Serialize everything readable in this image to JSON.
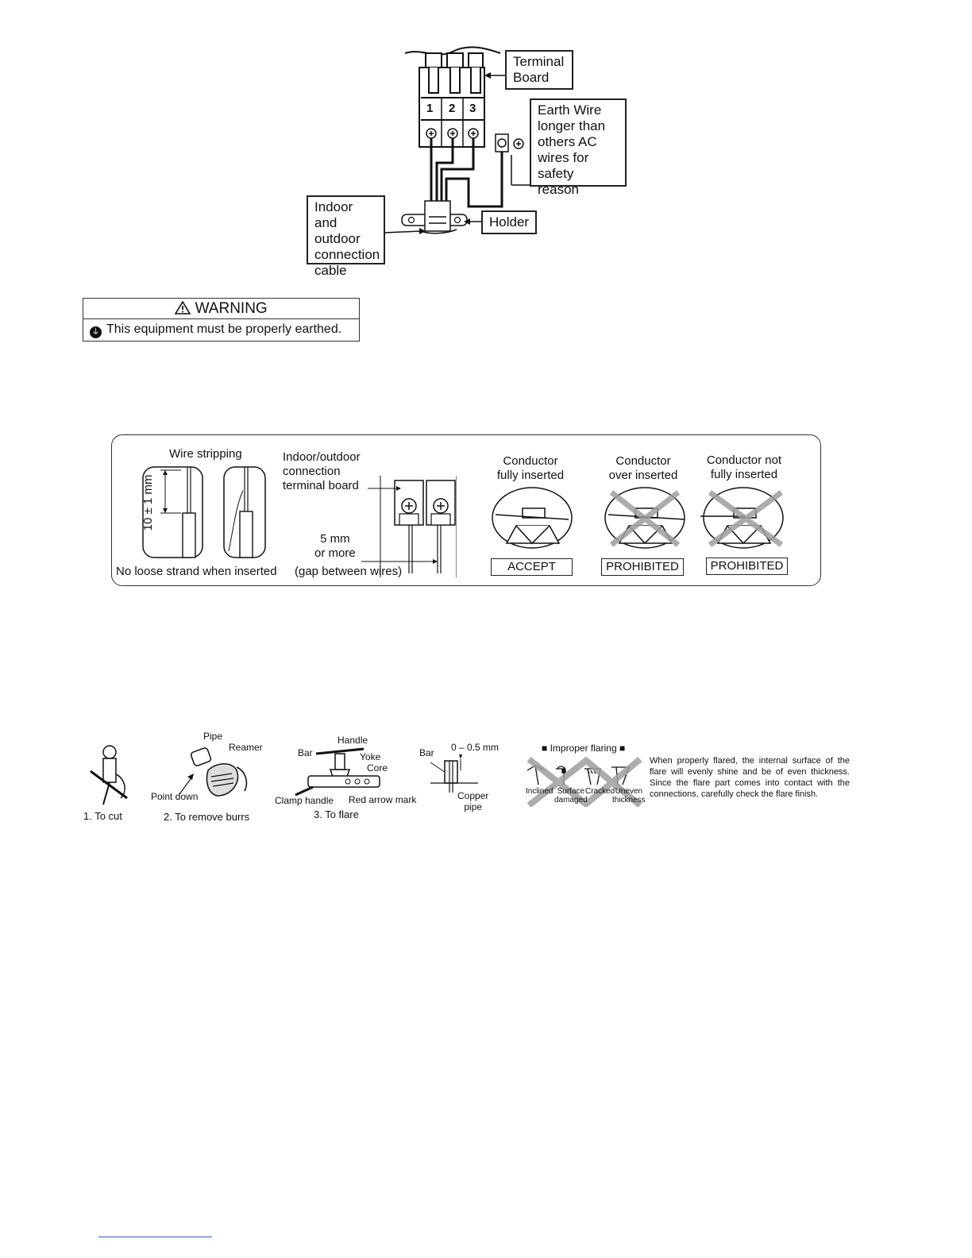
{
  "wiring_diagram": {
    "terminal_board_label": "Terminal\nBoard",
    "terminal_numbers": [
      "1",
      "2",
      "3"
    ],
    "earth_wire_label": "Earth Wire\nlonger than\nothers AC\nwires for\nsafety reason",
    "cable_label": "Indoor and\noutdoor\nconnection\ncable",
    "holder_label": "Holder"
  },
  "warning": {
    "title": "WARNING",
    "text": "This equipment must be properly earthed.",
    "warning_icon": "warning-triangle-icon",
    "earth_icon": "earth-symbol-icon"
  },
  "conductor_panel": {
    "wire_stripping": "Wire stripping",
    "strip_length": "10 ± 1 mm",
    "no_loose_strand": "No loose strand when inserted",
    "terminal_board": "Indoor/outdoor\nconnection\nterminal board",
    "gap": "5 mm\nor more",
    "gap_note": "(gap between wires)",
    "cases": [
      {
        "title": "Conductor\nfully inserted",
        "verdict": "ACCEPT"
      },
      {
        "title": "Conductor\nover inserted",
        "verdict": "PROHIBITED"
      },
      {
        "title": "Conductor not\nfully inserted",
        "verdict": "PROHIBITED"
      }
    ]
  },
  "flare_steps": {
    "step1": "1.  To cut",
    "step2_labels": {
      "pipe": "Pipe",
      "reamer": "Reamer",
      "point_down": "Point down"
    },
    "step2": "2.  To remove burrs",
    "step3_labels": {
      "handle": "Handle",
      "bar": "Bar",
      "yoke": "Yoke",
      "core": "Core",
      "clamp_handle": "Clamp handle",
      "red_arrow": "Red arrow mark"
    },
    "step3": "3.  To flare",
    "step4_labels": {
      "bar": "Bar",
      "range": "0 – 0.5 mm",
      "copper_pipe": "Copper\npipe"
    },
    "improper": {
      "title": "■ Improper flaring ■",
      "items": [
        "Inclined",
        "Surface\ndamaged",
        "Cracked",
        "Uneven\nthickness"
      ]
    },
    "note": "When properly flared, the internal surface of the flare will evenly shine and be of even thickness. Since the flare part comes into contact with the connections, carefully check the flare finish."
  },
  "colors": {
    "ink": "#111111",
    "cross": "#9e9e9e",
    "footnote_rule": "#3355cc"
  }
}
